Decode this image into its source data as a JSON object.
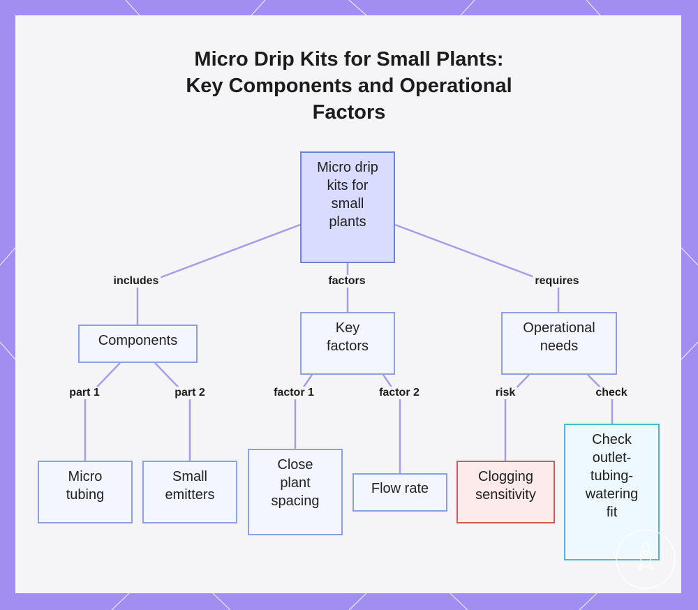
{
  "title_line1": "Micro Drip Kits for Small Plants:",
  "title_line2": "Key Components and Operational",
  "title_line3": "Factors",
  "colors": {
    "frame": "#a18ef0",
    "edge": "#a99be6",
    "root_fill": "#d8dcff",
    "node_border": "#8aa0e0",
    "risk_border": "#d05a5a",
    "check_border": "#4ab6d8"
  },
  "nodes": {
    "root": "Micro drip kits for small plants",
    "components": "Components",
    "key_factors": "Key factors",
    "operational_needs": "Operational needs",
    "micro_tubing": "Micro tubing",
    "small_emitters": "Small emitters",
    "close_plant_spacing": "Close plant spacing",
    "flow_rate": "Flow rate",
    "clogging_sensitivity": "Clogging sensitivity",
    "check_fit": "Check outlet-tubing-watering fit"
  },
  "edges": {
    "includes": "includes",
    "factors": "factors",
    "requires": "requires",
    "part1": "part 1",
    "part2": "part 2",
    "factor1": "factor 1",
    "factor2": "factor 2",
    "risk": "risk",
    "check": "check"
  },
  "watermark_icon": "rocket-icon"
}
